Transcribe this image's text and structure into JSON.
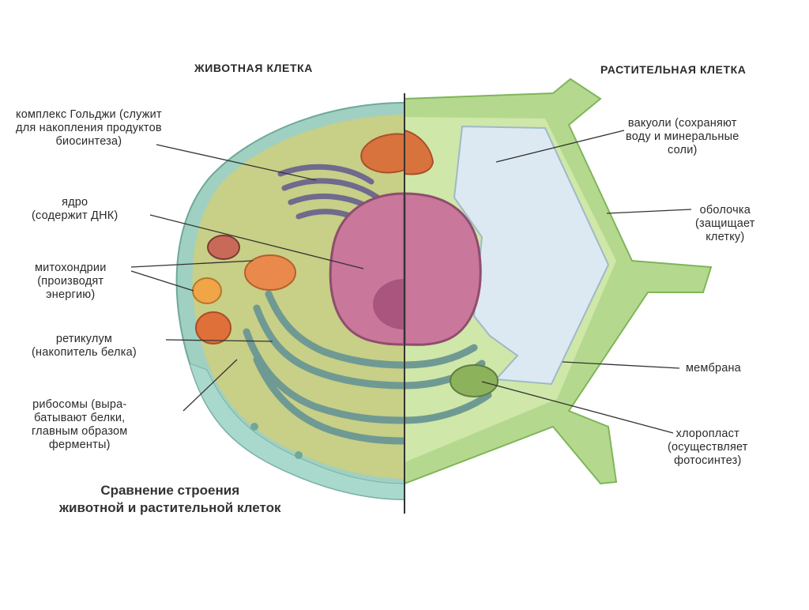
{
  "headings": {
    "animal": "ЖИВОТНАЯ КЛЕТКА",
    "plant": "РАСТИТЕЛЬНАЯ КЛЕТКА"
  },
  "labels": {
    "golgi": [
      "комплекс Гольджи (служит",
      "для накопления продуктов",
      "биосинтеза)"
    ],
    "nucleus": [
      "ядро",
      "(содержит ДНК)"
    ],
    "mitochondria": [
      "митохондрии",
      "(производят",
      "энергию)"
    ],
    "reticulum": [
      "ретикулум",
      "(накопитель белка)"
    ],
    "ribosomes": [
      "рибосомы (выра-",
      "батывают белки,",
      "главным образом",
      "ферменты)"
    ],
    "vacuoles": [
      "вакуоли (сохраняют",
      "воду и минеральные",
      "соли)"
    ],
    "wall": [
      "оболочка",
      "(защищает",
      "клетку)"
    ],
    "membrane": [
      "мембрана"
    ],
    "chloroplast": [
      "хлоропласт",
      "(осуществляет",
      "фотосинтез)"
    ]
  },
  "caption": [
    "Сравнение строения",
    "животной и растительной клеток"
  ],
  "colors": {
    "cytoplasm": "#c8cf86",
    "nucleus": "#c9779a",
    "wall": "#b4d98e",
    "vacuole": "#dde9f2",
    "er": "#6f9a94",
    "golgi": "#7d7896",
    "mitochondria": "#e98a4c",
    "chloroplast": "#8db25c"
  }
}
